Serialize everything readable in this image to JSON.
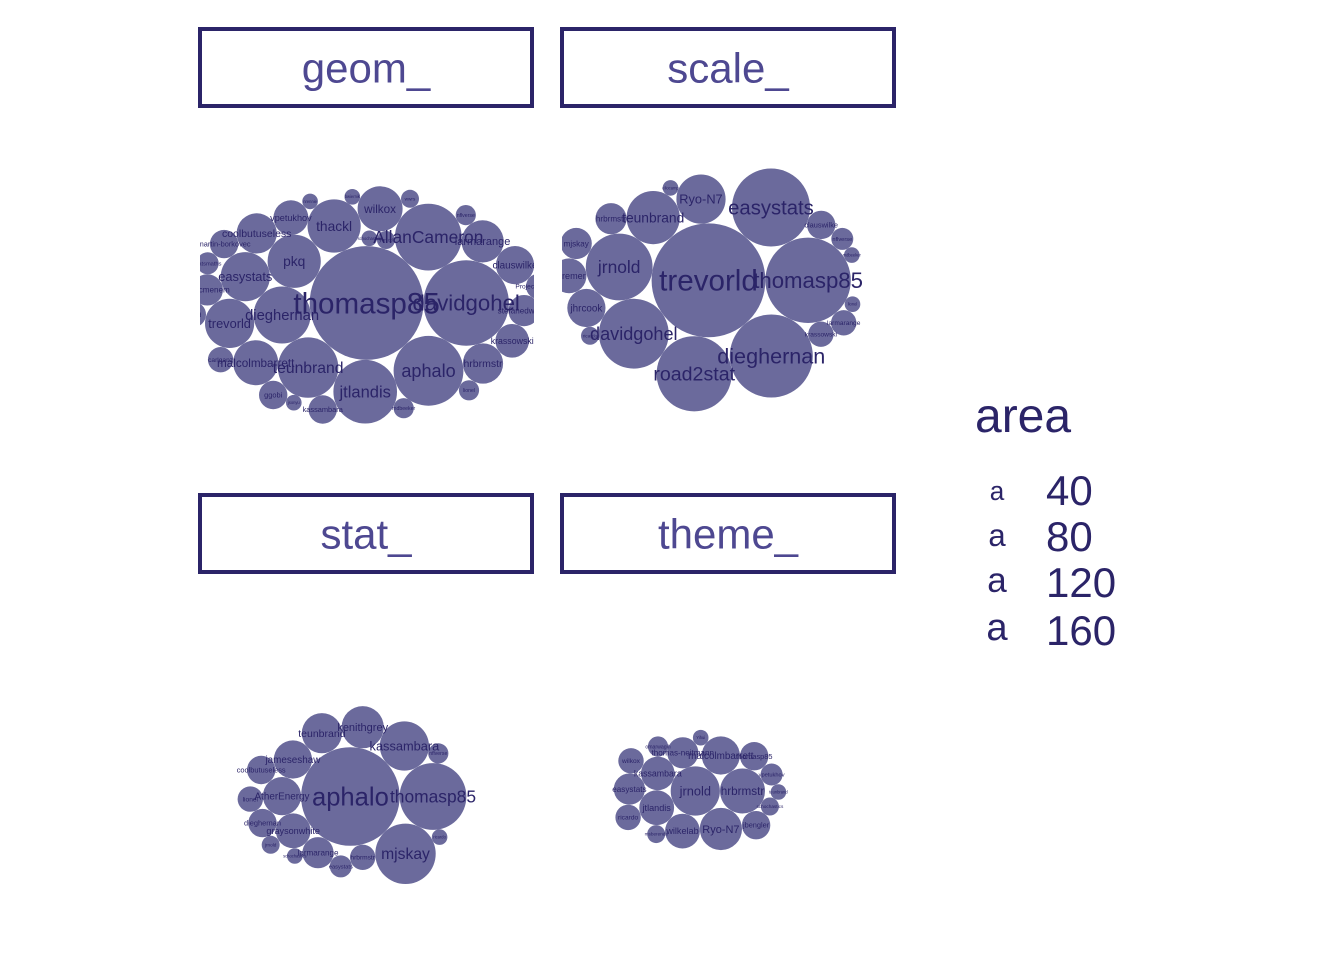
{
  "chart_data": {
    "type": "packed-bubble",
    "legend": {
      "title": "area",
      "key_glyph": "a",
      "position": "right",
      "breaks": [
        40,
        80,
        120,
        160
      ]
    },
    "colors": {
      "bubble": "#6b6a9c",
      "text": "#2b2468",
      "strip_text": "#4e4891",
      "strip_border": "#2b2468"
    },
    "panels": [
      {
        "name": "geom_",
        "items": [
          {
            "label": "thomasp85",
            "area": 160
          },
          {
            "label": "davidgohel",
            "area": 90
          },
          {
            "label": "aphalo",
            "area": 60
          },
          {
            "label": "AllanCameron",
            "area": 55
          },
          {
            "label": "teunbrand",
            "area": 45
          },
          {
            "label": "jtlandis",
            "area": 50
          },
          {
            "label": "dieghernan",
            "area": 40
          },
          {
            "label": "pkq",
            "area": 35
          },
          {
            "label": "thackl",
            "area": 35
          },
          {
            "label": "easystats",
            "area": 30
          },
          {
            "label": "trevorld",
            "area": 30
          },
          {
            "label": "malcolmbarrett",
            "area": 25
          },
          {
            "label": "wilkox",
            "area": 25
          },
          {
            "label": "larmarange",
            "area": 22
          },
          {
            "label": "hrbrmstr",
            "area": 20
          },
          {
            "label": "coolbutuseless",
            "area": 20
          },
          {
            "label": "clauswilke",
            "area": 18
          },
          {
            "label": "vpetukhov",
            "area": 15
          },
          {
            "label": "krassowski",
            "area": 14
          },
          {
            "label": "stefanedwards",
            "area": 12
          },
          {
            "label": "marcmenem",
            "area": 12
          },
          {
            "label": "martin-borkovec",
            "area": 10
          },
          {
            "label": "ggobi",
            "area": 10
          },
          {
            "label": "kassambara",
            "area": 10
          },
          {
            "label": "carlganz",
            "area": 8
          },
          {
            "label": "ProjectMOSAIC",
            "area": 8
          },
          {
            "label": "jrnold",
            "area": 8
          },
          {
            "label": "statsmaths",
            "area": 6
          },
          {
            "label": "mdbeeker",
            "area": 5
          },
          {
            "label": "nflverse",
            "area": 5
          },
          {
            "label": "lionel",
            "area": 5
          },
          {
            "label": "yonicd",
            "area": 4
          },
          {
            "label": "wwrs",
            "area": 4
          },
          {
            "label": "schochastics",
            "area": 3
          },
          {
            "label": "bwiernik",
            "area": 3
          },
          {
            "label": "nrennie",
            "area": 3
          },
          {
            "label": "jsonyu",
            "area": 3
          }
        ]
      },
      {
        "name": "scale_",
        "items": [
          {
            "label": "trevorld",
            "area": 160
          },
          {
            "label": "thomasp85",
            "area": 90
          },
          {
            "label": "dieghernan",
            "area": 85
          },
          {
            "label": "easystats",
            "area": 75
          },
          {
            "label": "road2stat",
            "area": 70
          },
          {
            "label": "davidgohel",
            "area": 60
          },
          {
            "label": "jrnold",
            "area": 55
          },
          {
            "label": "teunbrand",
            "area": 35
          },
          {
            "label": "Ryo-N7",
            "area": 30
          },
          {
            "label": "jhrcook",
            "area": 18
          },
          {
            "label": "gkremer",
            "area": 15
          },
          {
            "label": "hrbrmstr",
            "area": 12
          },
          {
            "label": "mjskay",
            "area": 12
          },
          {
            "label": "clauswilke",
            "area": 10
          },
          {
            "label": "krassowski",
            "area": 8
          },
          {
            "label": "larmarange",
            "area": 8
          },
          {
            "label": "nflverse",
            "area": 6
          },
          {
            "label": "ricardo",
            "area": 4
          },
          {
            "label": "mdbeeker",
            "area": 3
          },
          {
            "label": "lionel",
            "area": 3
          },
          {
            "label": "eliocamp",
            "area": 3
          }
        ]
      },
      {
        "name": "stat_",
        "items": [
          {
            "label": "aphalo",
            "area": 120
          },
          {
            "label": "thomasp85",
            "area": 55
          },
          {
            "label": "mjskay",
            "area": 45
          },
          {
            "label": "kassambara",
            "area": 30
          },
          {
            "label": "kenithgrey",
            "area": 22
          },
          {
            "label": "teunbrand",
            "area": 20
          },
          {
            "label": "jameseshaw",
            "area": 18
          },
          {
            "label": "AtherEnergy",
            "area": 18
          },
          {
            "label": "graysonwhite",
            "area": 15
          },
          {
            "label": "larmarange",
            "area": 12
          },
          {
            "label": "dieghernan",
            "area": 10
          },
          {
            "label": "coolbutuseless",
            "area": 10
          },
          {
            "label": "hrbrmstr",
            "area": 8
          },
          {
            "label": "lionel",
            "area": 8
          },
          {
            "label": "easystats",
            "area": 6
          },
          {
            "label": "nflverse",
            "area": 5
          },
          {
            "label": "jrnold",
            "area": 4
          },
          {
            "label": "schochastics",
            "area": 3
          },
          {
            "label": "ricardo",
            "area": 3
          }
        ]
      },
      {
        "name": "theme_",
        "items": [
          {
            "label": "jrnold",
            "area": 30
          },
          {
            "label": "hrbrmstr",
            "area": 25
          },
          {
            "label": "Ryo-N7",
            "area": 22
          },
          {
            "label": "malcolmbarrett",
            "area": 18
          },
          {
            "label": "wilkelab",
            "area": 15
          },
          {
            "label": "jtlandis",
            "area": 15
          },
          {
            "label": "kassambara",
            "area": 14
          },
          {
            "label": "thomas-neitmann",
            "area": 12
          },
          {
            "label": "easystats",
            "area": 12
          },
          {
            "label": "thomasp85",
            "area": 10
          },
          {
            "label": "jbengler",
            "area": 10
          },
          {
            "label": "ricardo",
            "area": 8
          },
          {
            "label": "wilkox",
            "area": 8
          },
          {
            "label": "vpetukhov",
            "area": 6
          },
          {
            "label": "omarwagih",
            "area": 5
          },
          {
            "label": "msberends",
            "area": 4
          },
          {
            "label": "schochastics",
            "area": 4
          },
          {
            "label": "teunbrand",
            "area": 3
          },
          {
            "label": "Yihui",
            "area": 3
          }
        ]
      }
    ]
  }
}
